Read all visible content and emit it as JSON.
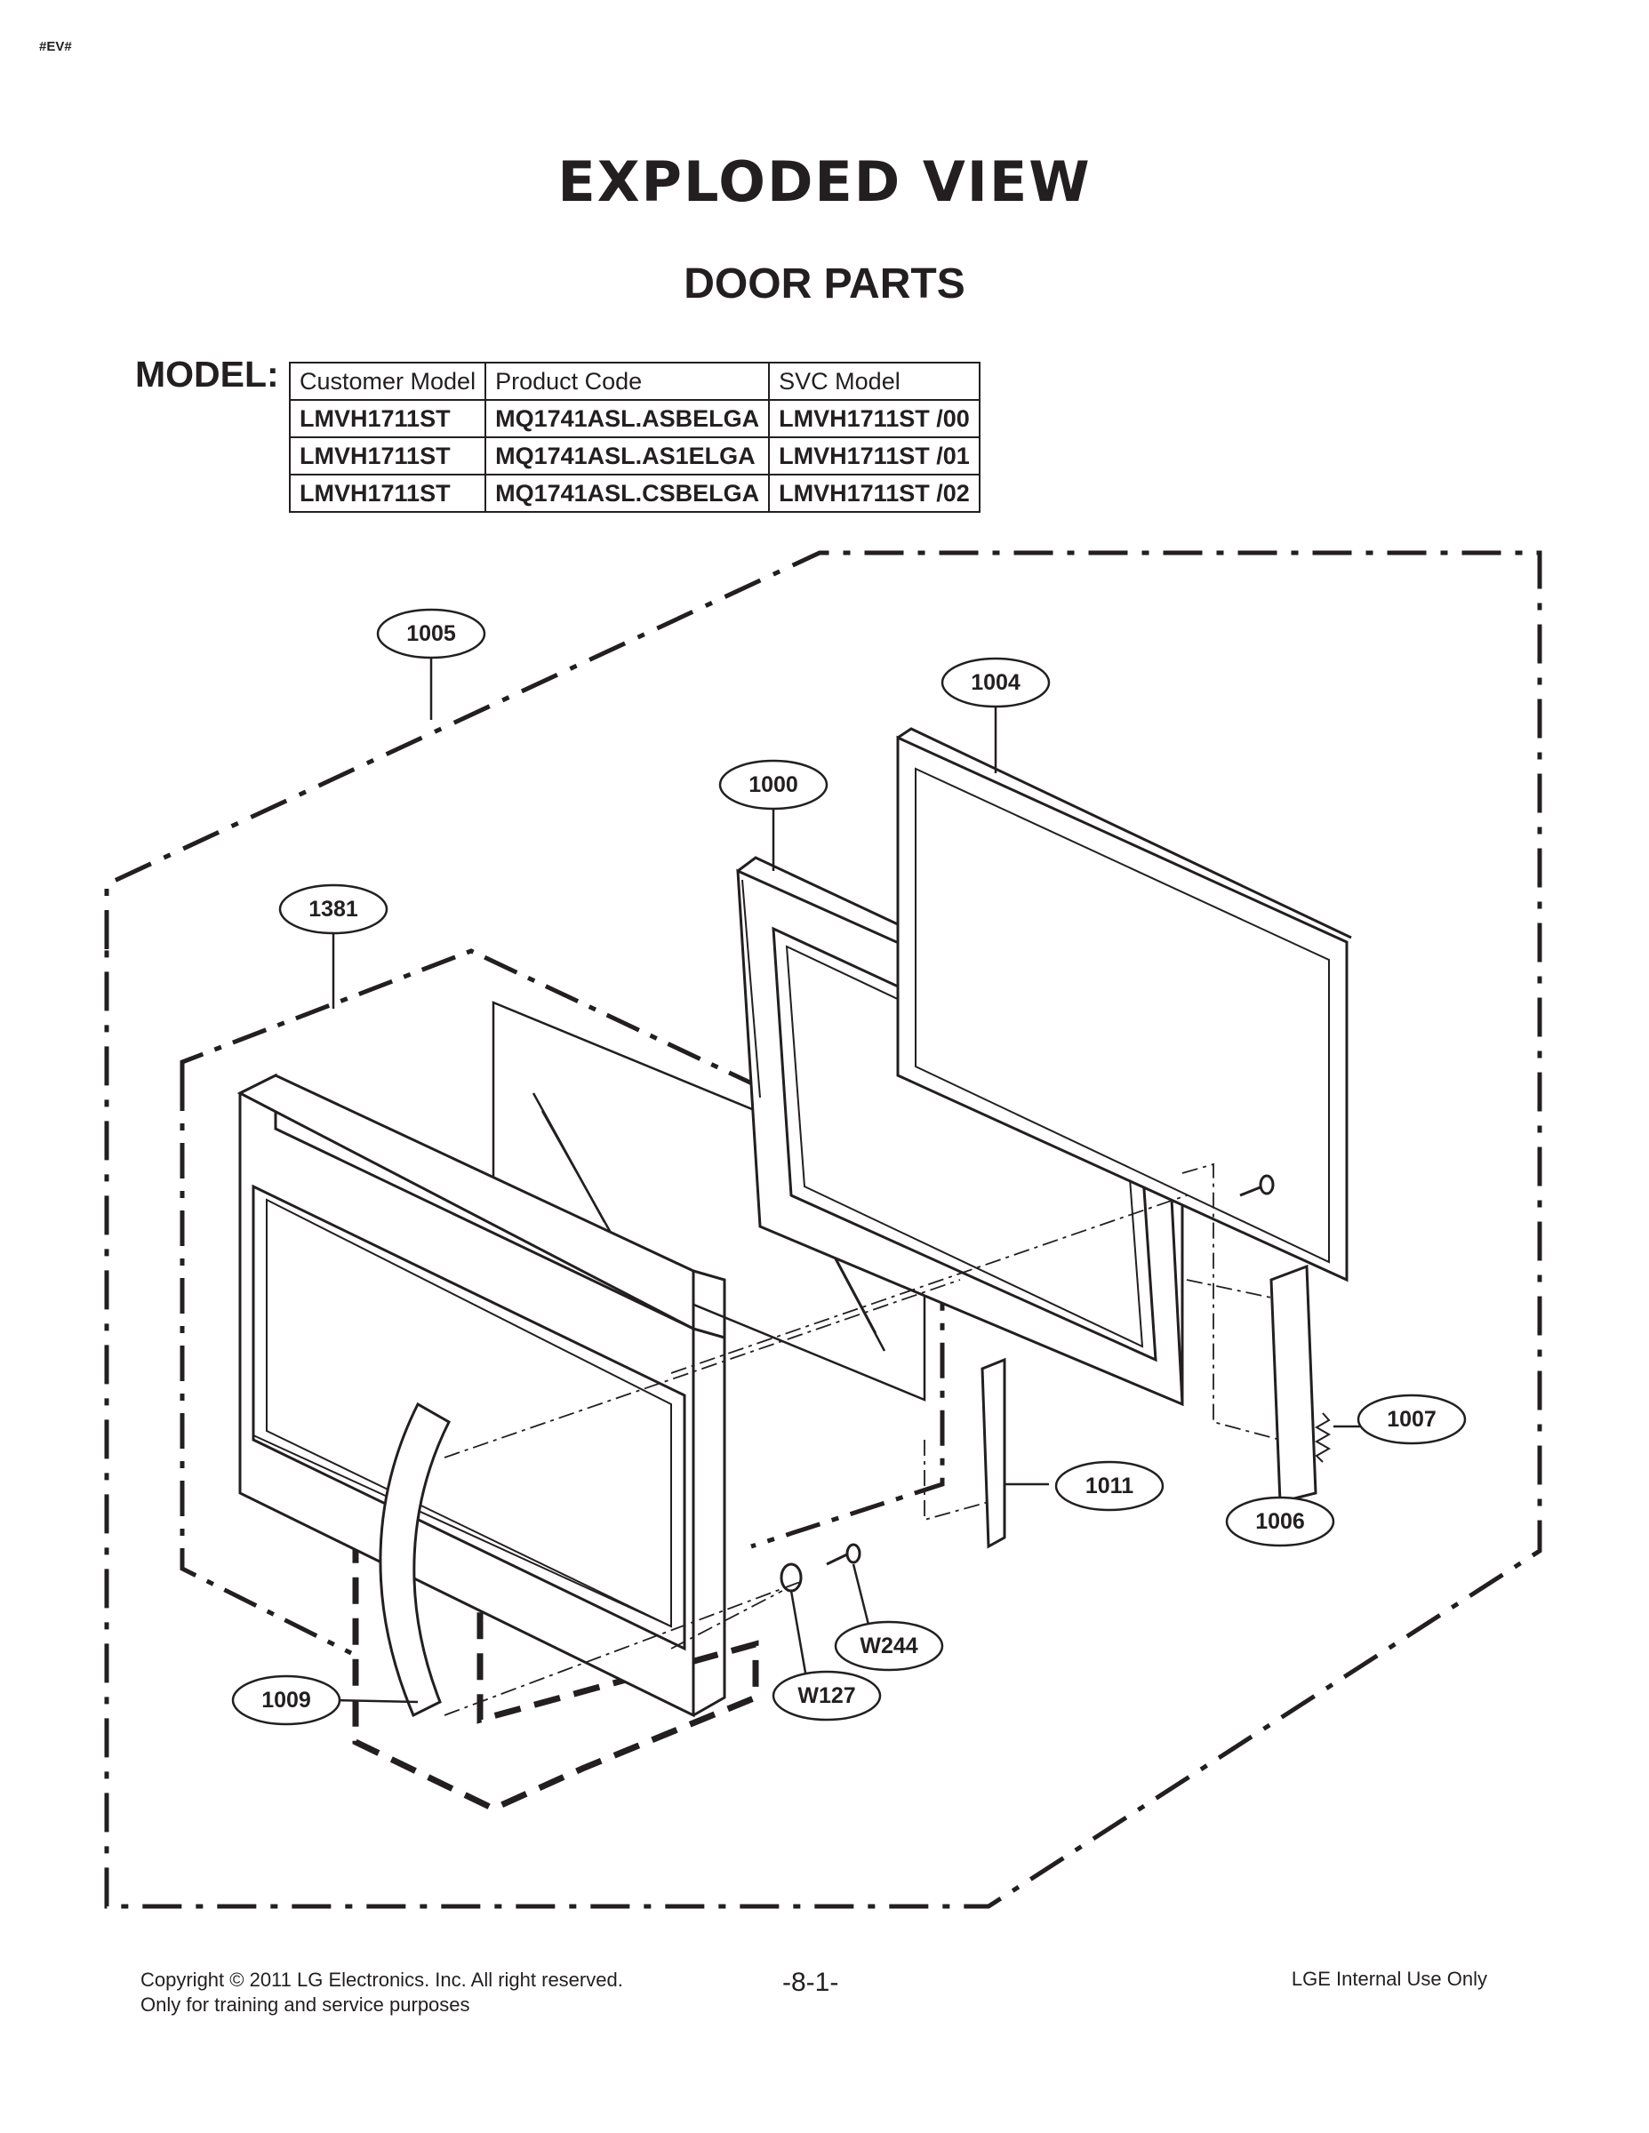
{
  "page": {
    "corner_tag": "#EV#",
    "title": "EXPLODED VIEW",
    "subtitle": "DOOR PARTS",
    "model_label": "MODEL:"
  },
  "model_table": {
    "headers": [
      "Customer Model",
      "Product Code",
      "SVC Model"
    ],
    "rows": [
      [
        "LMVH1711ST",
        "MQ1741ASL.ASBELGA",
        "LMVH1711ST /00"
      ],
      [
        "LMVH1711ST",
        "MQ1741ASL.AS1ELGA",
        "LMVH1711ST /01"
      ],
      [
        "LMVH1711ST",
        "MQ1741ASL.CSBELGA",
        "LMVH1711ST /02"
      ]
    ]
  },
  "callouts": {
    "c1005": "1005",
    "c1004": "1004",
    "c1000": "1000",
    "c1381": "1381",
    "c1007": "1007",
    "c1011": "1011",
    "c1006": "1006",
    "cW244": "W244",
    "cW127": "W127",
    "c1009": "1009"
  },
  "footer": {
    "copyright_line1": "Copyright © 2011 LG Electronics. Inc. All right reserved.",
    "copyright_line2": "Only for training and service purposes",
    "page_number": "-8-1-",
    "internal": "LGE Internal Use Only"
  }
}
